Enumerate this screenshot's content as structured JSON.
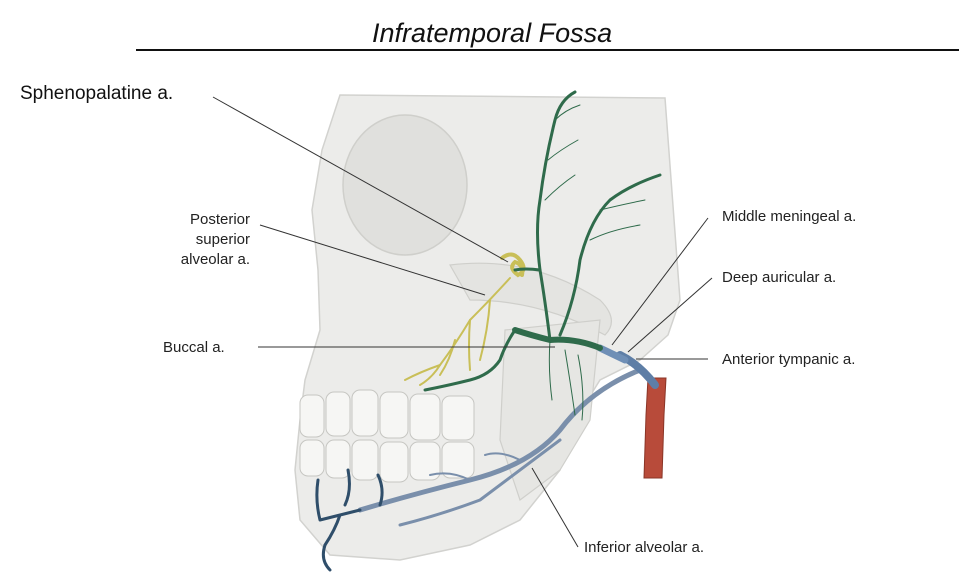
{
  "title": "Infratemporal Fossa",
  "labels": {
    "sphenopalatine": "Sphenopalatine a.",
    "posterior_superior_alveolar": [
      "Posterior",
      "superior",
      "alveolar a."
    ],
    "buccal": "Buccal a.",
    "middle_meningeal": "Middle meningeal a.",
    "deep_auricular": "Deep auricular a.",
    "anterior_tympanic": "Anterior tympanic a.",
    "inferior_alveolar": "Inferior alveolar a."
  },
  "colors": {
    "skull": "#ececea",
    "skull_outline": "#d2d2cf",
    "maxillary_artery": "#2f6b4b",
    "alveolar_branch": "#c9bf58",
    "inferior_alveolar": "#7a8fab",
    "mandibular_branch": "#2f4e6a",
    "external_carotid": "#b84b3a",
    "leader_line": "#333333"
  }
}
